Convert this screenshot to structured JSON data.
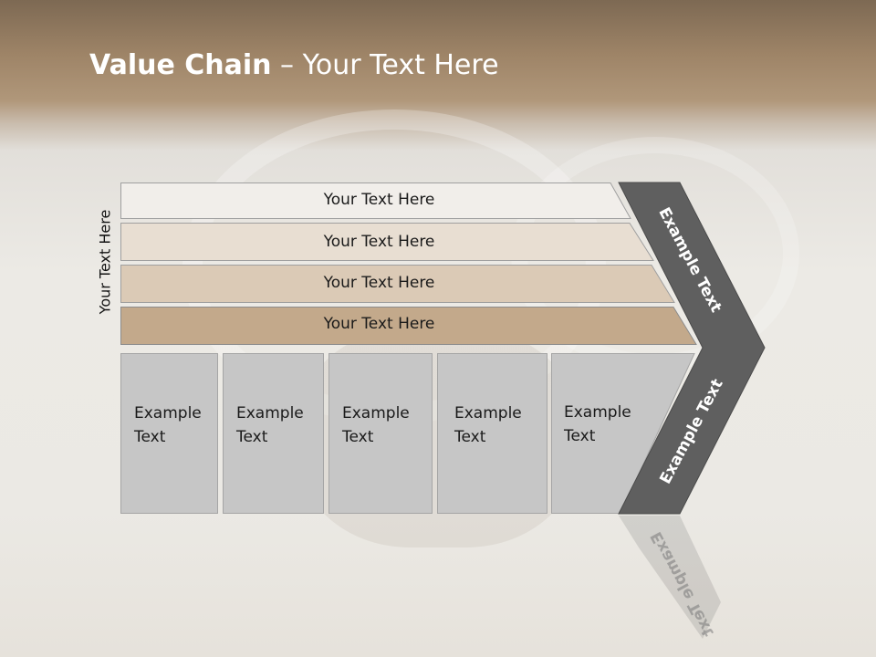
{
  "title": {
    "bold": "Value Chain",
    "rest": " – Your Text Here"
  },
  "side_label": "Your Text Here",
  "bars": [
    {
      "label": "Your Text Here",
      "color": "#f1eeea"
    },
    {
      "label": "Your Text Here",
      "color": "#e8ded2"
    },
    {
      "label": "Your Text Here",
      "color": "#dbcab6"
    },
    {
      "label": "Your Text Here",
      "color": "#c3a98b"
    }
  ],
  "boxes": [
    {
      "line1": "Example",
      "line2": "Text"
    },
    {
      "line1": "Example",
      "line2": "Text"
    },
    {
      "line1": "Example",
      "line2": "Text"
    },
    {
      "line1": "Example",
      "line2": "Text"
    },
    {
      "line1": "Example",
      "line2": "Text"
    }
  ],
  "chevron": {
    "upper": "Example Text",
    "lower": "Example Text",
    "color": "#5f5f5f"
  }
}
